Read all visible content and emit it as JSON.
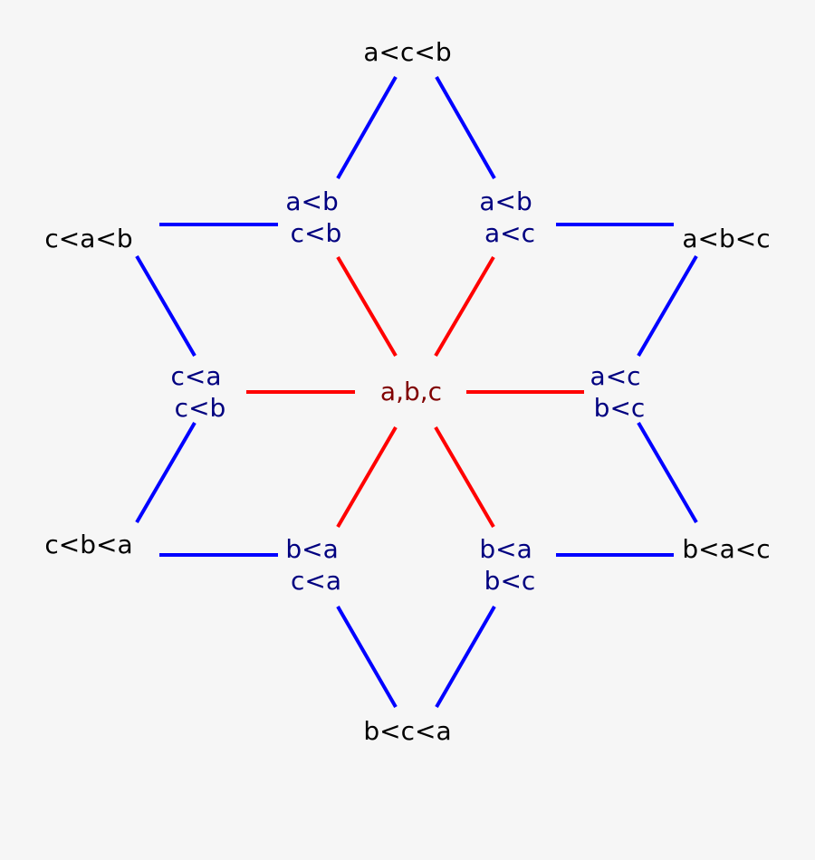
{
  "colors": {
    "background": "#f6f6f6",
    "full_order": "#000000",
    "partial_order": "#000080",
    "empty_order": "#800000",
    "edge_outer": "#0000ff",
    "edge_inner": "#ff0000"
  },
  "nodes": {
    "center": {
      "lines": [
        "a,b,c"
      ]
    },
    "pair_ab_cb": {
      "lines": [
        "a<b",
        "c<b"
      ]
    },
    "pair_ab_ac": {
      "lines": [
        "a<b",
        "a<c"
      ]
    },
    "pair_ca_cb": {
      "lines": [
        "c<a",
        "c<b"
      ]
    },
    "pair_ac_bc": {
      "lines": [
        "a<c",
        "b<c"
      ]
    },
    "pair_ba_ca": {
      "lines": [
        "b<a",
        "c<a"
      ]
    },
    "pair_ba_bc": {
      "lines": [
        "b<a",
        "b<c"
      ]
    },
    "order_acb": {
      "lines": [
        "a<c<b"
      ]
    },
    "order_cab": {
      "lines": [
        "c<a<b"
      ]
    },
    "order_abc": {
      "lines": [
        "a<b<c"
      ]
    },
    "order_cba": {
      "lines": [
        "c<b<a"
      ]
    },
    "order_bac": {
      "lines": [
        "b<a<c"
      ]
    },
    "order_bca": {
      "lines": [
        "b<c<a"
      ]
    }
  }
}
